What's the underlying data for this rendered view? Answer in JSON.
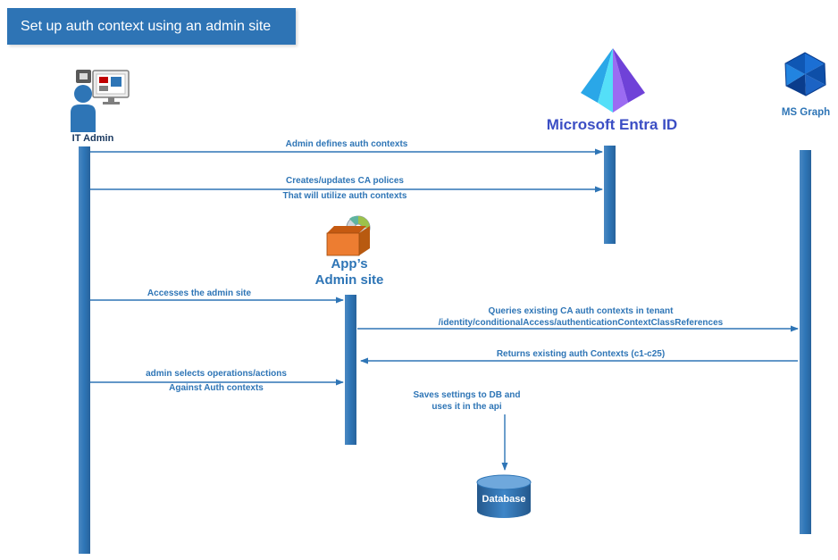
{
  "title_banner": {
    "text": "Set up auth context using an admin site"
  },
  "actors": {
    "it_admin": {
      "label": "IT Admin"
    },
    "entra": {
      "label": "Microsoft Entra ID"
    },
    "ms_graph": {
      "label": "MS Graph"
    },
    "admin_site": {
      "line1": "App’s",
      "line2": "Admin site"
    },
    "database": {
      "label": "Database"
    }
  },
  "messages": [
    {
      "label": "Admin defines auth contexts"
    },
    {
      "line1": "Creates/updates CA polices",
      "line2": "That will utilize auth contexts"
    },
    {
      "label": "Accesses the admin site"
    },
    {
      "line1": "Queries existing CA auth contexts in tenant",
      "line2": "/identity/conditionalAccess/authenticationContextClassReferences"
    },
    {
      "label": "Returns existing auth Contexts (c1-c25)"
    },
    {
      "line1": "admin selects operations/actions",
      "line2": "Against Auth contexts"
    },
    {
      "line1": "Saves settings to DB and",
      "line2": "uses it in the api"
    }
  ],
  "colors": {
    "banner": "#2E74B5",
    "lifeline": "#2E75B6",
    "arrow": "#2E75B6",
    "message_text": "#2E75B6",
    "entra_label_text": "#3B4EC4",
    "it_admin_label_text": "#17365D",
    "admin_site_box": "#ED7D31",
    "database_fill": "#2E75B6"
  }
}
